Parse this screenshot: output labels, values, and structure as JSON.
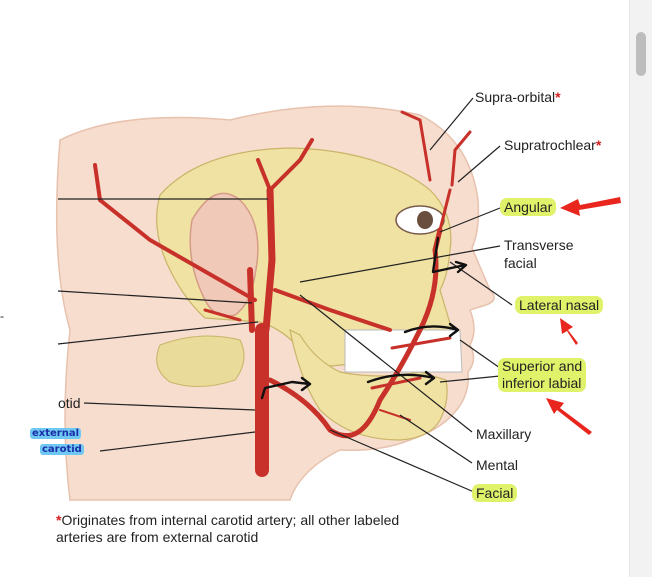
{
  "labels": {
    "supra_orbital": "Supra-orbital",
    "supratrochlear": "Supratrochlear",
    "angular": "Angular",
    "transverse_facial_1": "Transverse",
    "transverse_facial_2": "facial",
    "lateral_nasal": "Lateral nasal",
    "superior_inferior_labial_1": "Superior and",
    "superior_inferior_labial_2": "inferior labial",
    "maxillary": "Maxillary",
    "mental": "Mental",
    "facial": "Facial",
    "carotid_partial": "otid",
    "star": "*"
  },
  "handwriting": {
    "external_1": "external",
    "external_2": "carotid"
  },
  "footnote": {
    "star": "*",
    "text": "Originates from internal carotid artery; all other labeled arteries are from external carotid"
  },
  "colors": {
    "highlight": "#dff26a",
    "artery": "#c8302a",
    "annotation_arrow": "#e8261e",
    "skull": "#efe3a6",
    "skin": "#f5d9c8"
  }
}
